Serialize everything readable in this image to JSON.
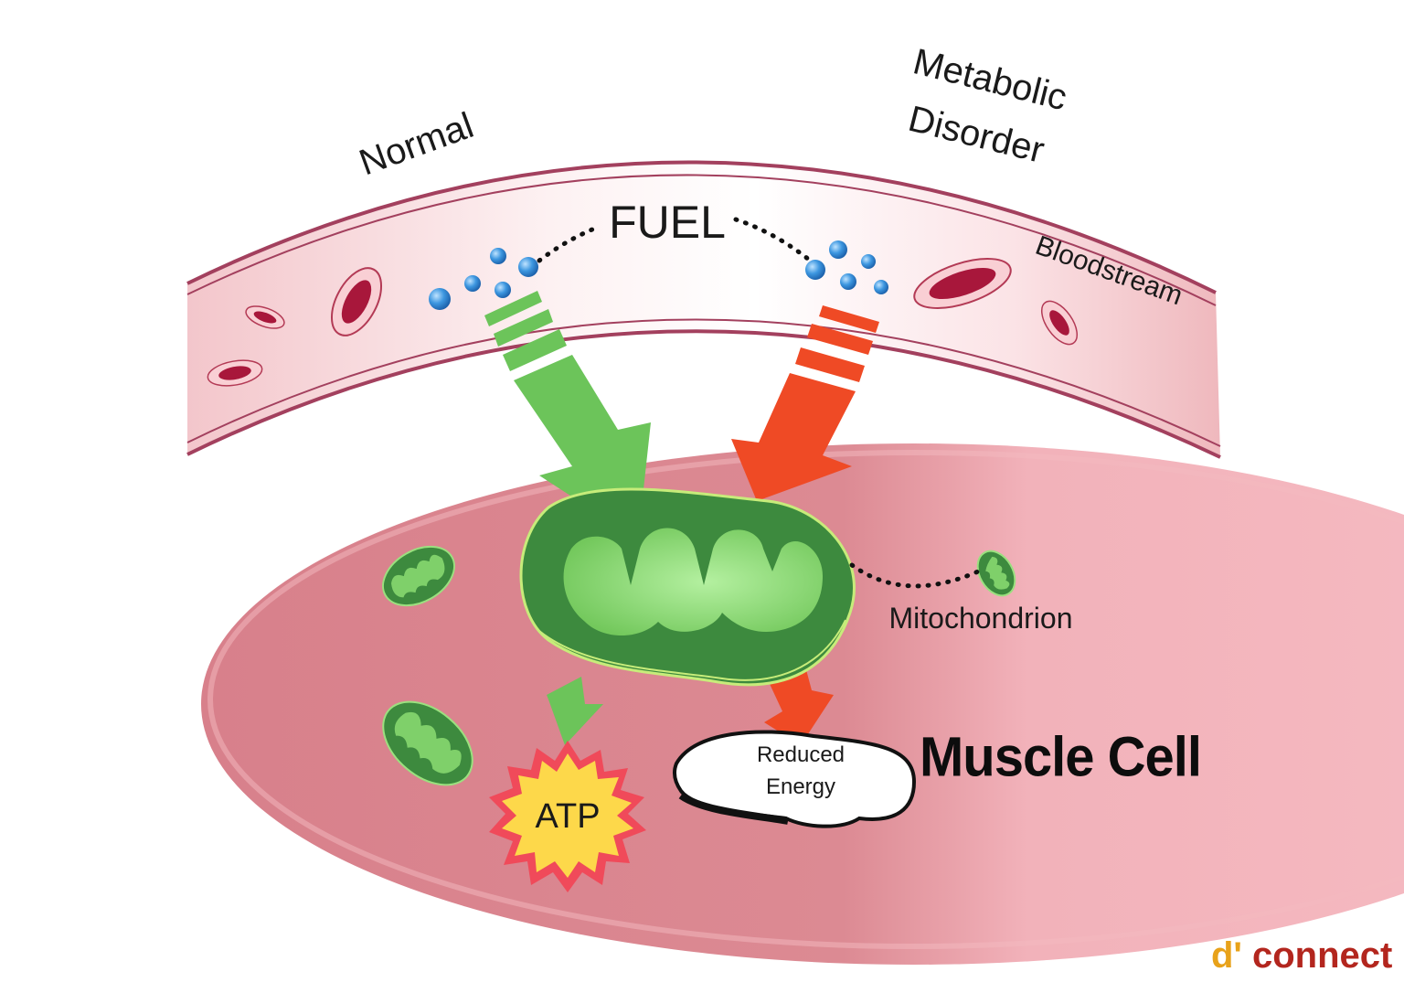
{
  "labels": {
    "normal": "Normal",
    "metabolic_line1": "Metabolic",
    "metabolic_line2": "Disorder",
    "fuel": "FUEL",
    "bloodstream": "Bloodstream",
    "mitochondrion": "Mitochondrion",
    "muscle_cell": "Muscle Cell",
    "atp": "ATP",
    "reduced_line1": "Reduced",
    "reduced_line2": "Energy"
  },
  "logo": {
    "text": "d'connect"
  },
  "colors": {
    "normal_arrow": "#6cc45a",
    "disorder_arrow": "#ef4a25",
    "vessel_wall": "#a3405e",
    "vessel_fill": "#f6d9dd",
    "cell_fill": "#e2909a",
    "mito_outer": "#3d8a3e",
    "mito_inner": "#7fd06a",
    "fuel_dot": "#3b8fd8",
    "atp_fill": "#fdd84a",
    "atp_burst": "#f04a5a",
    "logo_d": "#e8a21a",
    "logo_rest": "#b3261e"
  },
  "icons": [
    "fuel-molecule-icon",
    "red-blood-cell-icon",
    "mitochondrion-icon",
    "atp-burst-icon",
    "energy-cloud-icon"
  ]
}
